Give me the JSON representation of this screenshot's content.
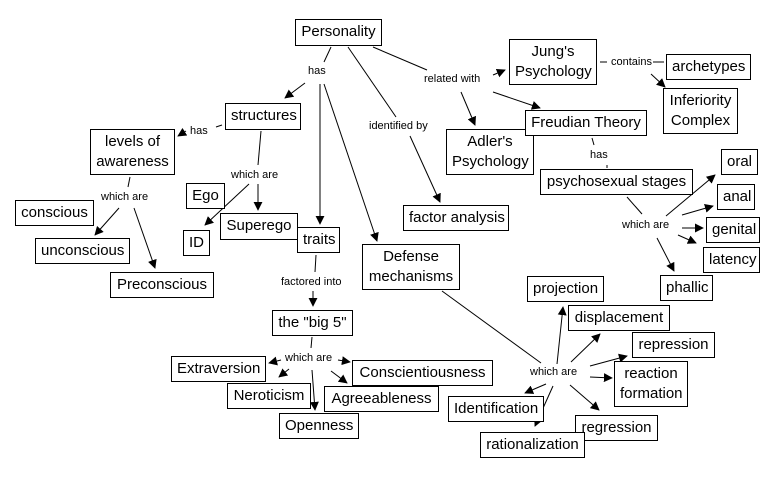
{
  "title": "Personality concept map",
  "nodes": {
    "personality": "Personality",
    "structures": "structures",
    "levels": [
      "levels of",
      "awareness"
    ],
    "conscious": "conscious",
    "unconscious": "unconscious",
    "preconscious": "Preconscious",
    "ego": "Ego",
    "id": "ID",
    "superego": "Superego",
    "traits": "traits",
    "big5": "the \"big 5\"",
    "extraversion": "Extraversion",
    "neroticism": "Neroticism",
    "openness": "Openness",
    "agreeableness": "Agreeableness",
    "conscientiousness": "Conscientiousness",
    "factor_analysis": "factor analysis",
    "defense": [
      "Defense",
      "mechanisms"
    ],
    "jung": [
      "Jung's",
      "Psychology"
    ],
    "adler": [
      "Adler's",
      "Psychology"
    ],
    "freudian": "Freudian Theory",
    "archetypes": "archetypes",
    "inferiority": [
      "Inferiority",
      "Complex"
    ],
    "psychosexual": "psychosexual stages",
    "oral": "oral",
    "anal": "anal",
    "genital": "genital",
    "latency": "latency",
    "phallic": "phallic",
    "projection": "projection",
    "displacement": "displacement",
    "repression": "repression",
    "reaction": [
      "reaction",
      "formation"
    ],
    "regression": "regression",
    "identification": "Identification",
    "rationalization": "rationalization"
  },
  "links": {
    "has_main": "has",
    "has_structures": "has",
    "which_are_structures": "which are",
    "which_are_levels": "which are",
    "identified_by": "identified by",
    "related_with": "related with",
    "contains": "contains",
    "has_freudian": "has",
    "which_are_stages": "which are",
    "factored_into": "factored into",
    "which_are_big5": "which are",
    "which_are_defense": "which are"
  }
}
